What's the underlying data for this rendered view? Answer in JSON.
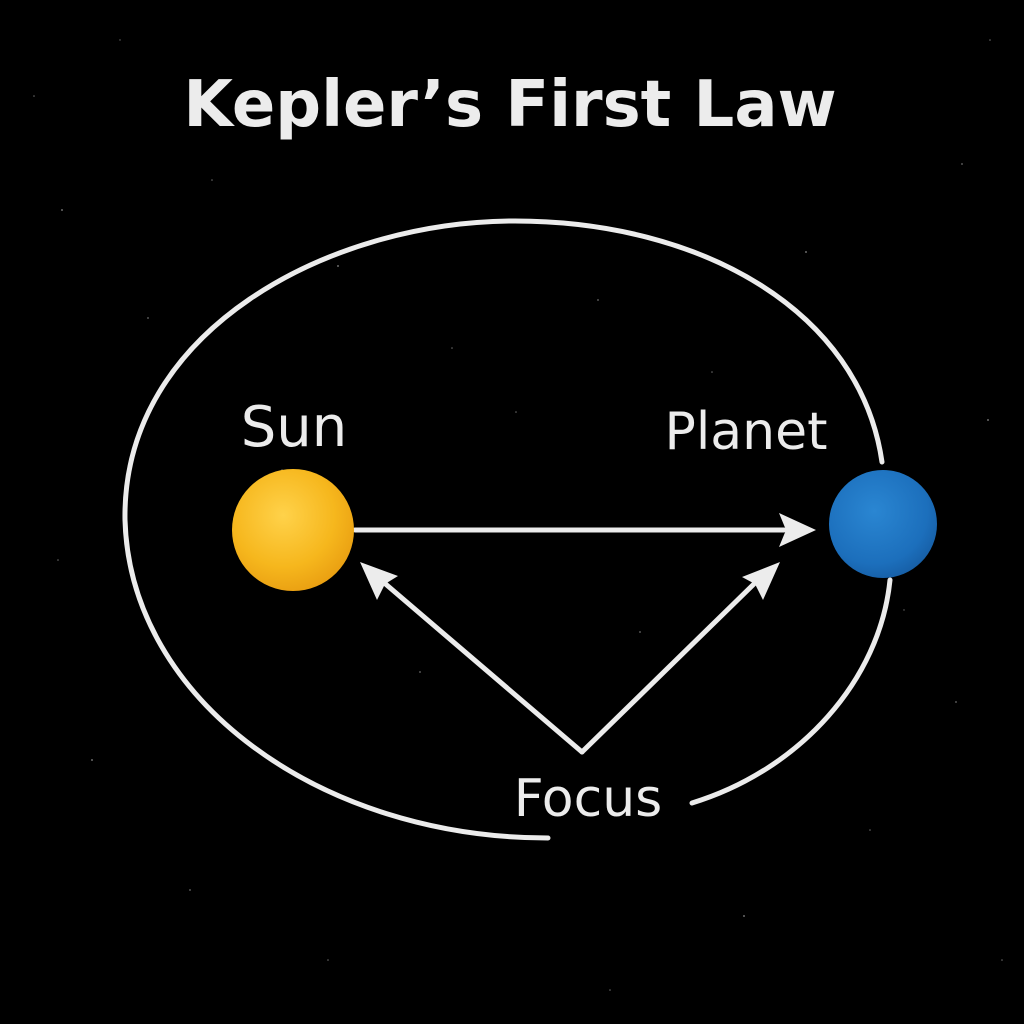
{
  "title": "Kepler’s First Law",
  "labels": {
    "sun": "Sun",
    "planet": "Planet",
    "focus": "Focus"
  },
  "colors": {
    "background": "#000000",
    "text": "#ececec",
    "orbit": "#ececec",
    "sun": "#f5b51b",
    "planet": "#1d72bf"
  }
}
